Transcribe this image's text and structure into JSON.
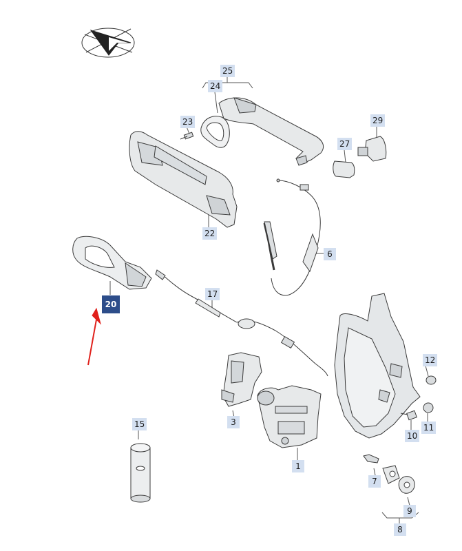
{
  "diagram": {
    "callouts": [
      {
        "id": "25",
        "label": "25",
        "selected": false
      },
      {
        "id": "24",
        "label": "24",
        "selected": false
      },
      {
        "id": "23",
        "label": "23",
        "selected": false
      },
      {
        "id": "29",
        "label": "29",
        "selected": false
      },
      {
        "id": "27",
        "label": "27",
        "selected": false
      },
      {
        "id": "22",
        "label": "22",
        "selected": false
      },
      {
        "id": "6",
        "label": "6",
        "selected": false
      },
      {
        "id": "20",
        "label": "20",
        "selected": true
      },
      {
        "id": "17",
        "label": "17",
        "selected": false
      },
      {
        "id": "12",
        "label": "12",
        "selected": false
      },
      {
        "id": "3",
        "label": "3",
        "selected": false
      },
      {
        "id": "15",
        "label": "15",
        "selected": false
      },
      {
        "id": "10",
        "label": "10",
        "selected": false
      },
      {
        "id": "11",
        "label": "11",
        "selected": false
      },
      {
        "id": "1",
        "label": "1",
        "selected": false
      },
      {
        "id": "7",
        "label": "7",
        "selected": false
      },
      {
        "id": "9",
        "label": "9",
        "selected": false
      },
      {
        "id": "8",
        "label": "8",
        "selected": false
      }
    ],
    "colors": {
      "callout_bg": "#d3dff0",
      "callout_selected_bg": "#2d4d8a",
      "arrow": "#e0201b",
      "part_fill": "#e7e9ea",
      "part_stroke": "#3a3a3a"
    }
  }
}
